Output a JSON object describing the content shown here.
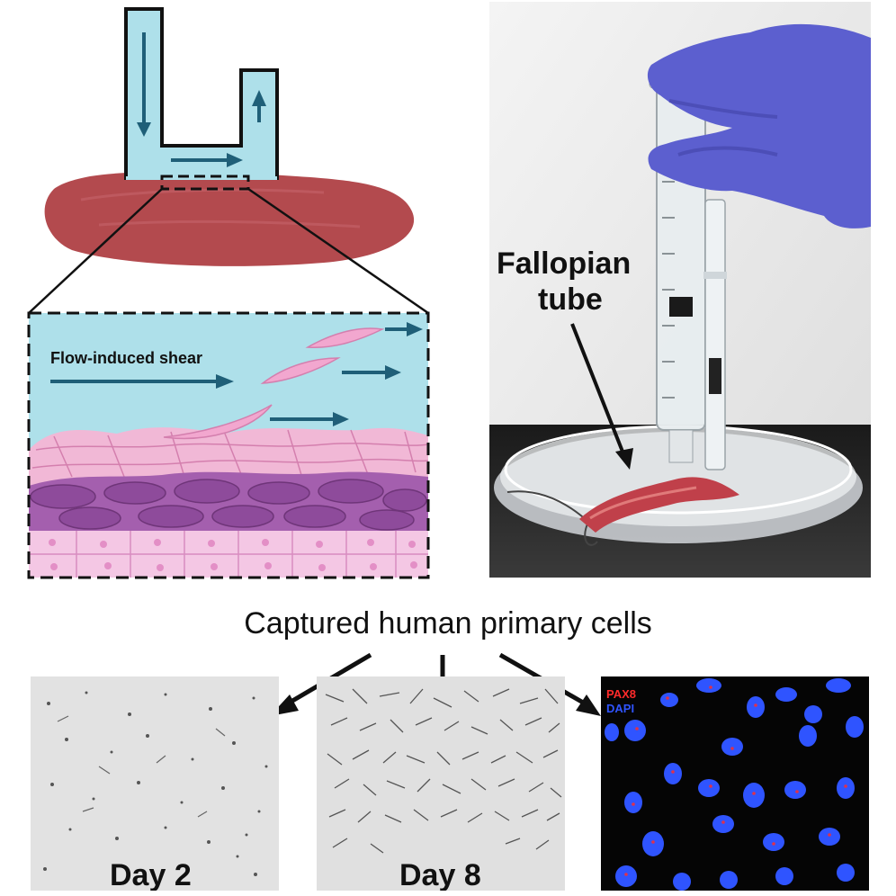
{
  "schematic": {
    "shear_label": "Flow-induced shear"
  },
  "photo": {
    "annotation_line1": "Fallopian",
    "annotation_line2": "tube"
  },
  "bottom": {
    "heading": "Captured human primary cells",
    "panel_day2_label": "Day 2",
    "panel_day8_label": "Day 8",
    "legend_pax8": "PAX8",
    "legend_dapi": "DAPI"
  },
  "colors": {
    "flow_fill": "#aee0ea",
    "arrow": "#1f5f78",
    "tissue": "#b34a4e",
    "glove": "#5c5fcf",
    "pax8": "#ff2b2b",
    "dapi": "#2f54ff"
  }
}
